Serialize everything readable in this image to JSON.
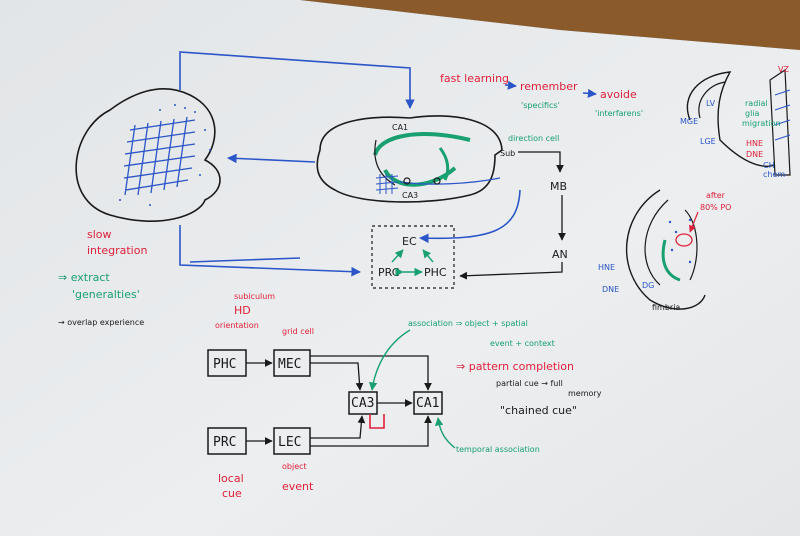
{
  "colors": {
    "board": "#e9ebec",
    "frame": "#8a5a2b",
    "ink_black": "#1a1a1a",
    "ink_blue": "#2b55c8",
    "ink_red": "#e0203a",
    "ink_green": "#18a070"
  },
  "left": {
    "slow": "slow",
    "integration": "integration",
    "extract": "⇒ extract",
    "generalties": "'generalties'",
    "overlap": "→ overlap  experience"
  },
  "top_right": {
    "fast_learning": "fast learning",
    "remember": "remember",
    "avoide": "avoide",
    "specifics": "'specifics'",
    "interfarens": "'interfarens'"
  },
  "brain": {
    "ca1": "CA1",
    "ca3": "CA3",
    "sub": "Sub",
    "direction_cell": "direction cell",
    "mb": "MB",
    "an": "AN",
    "ec": "EC",
    "prc": "PRC",
    "phc": "PHC"
  },
  "embryo": {
    "lv": "LV",
    "mge": "MGE",
    "lge": "LGE",
    "radial": "radial",
    "glia": "glia",
    "migration": "migration",
    "vz": "VZ",
    "hne": "HNE",
    "dne": "DNE",
    "ch": "CH",
    "chem": "chem",
    "hne2": "HNE",
    "dne2": "DNE",
    "dg": "DG",
    "fimbria": "fimbria",
    "after": "after",
    "pct": "80% PO"
  },
  "circuit": {
    "subiculum": "subiculum",
    "hd": "HD",
    "orientation": "orientation",
    "grid_cell": "grid cell",
    "phc": "PHC",
    "mec": "MEC",
    "prc": "PRC",
    "lec": "LEC",
    "ca3": "CA3",
    "ca1": "CA1",
    "local": "local",
    "cue": "cue",
    "object": "object",
    "event": "event",
    "association": "association ⇒ object + spatial",
    "event_context": "event + context",
    "pattern_completion": "⇒ pattern completion",
    "partial_cue": "partial cue → full",
    "memory": "memory",
    "chained_cue": "\"chained cue\"",
    "temporal": "temporal association"
  }
}
